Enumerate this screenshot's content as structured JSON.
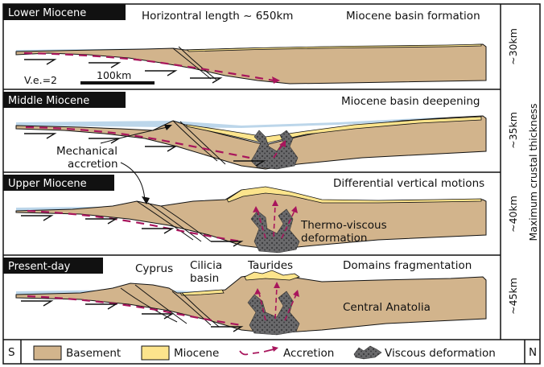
{
  "panels": [
    {
      "stage": "Lower Miocene",
      "title": "Miocene basin formation",
      "note": "Horizontral length ~ 650km",
      "thickness": "~30km",
      "ve": "V.e.=2",
      "scale": "100km"
    },
    {
      "stage": "Middle Miocene",
      "title": "Miocene basin deepening",
      "thickness": "~35km",
      "annotation_line1": "Mechanical",
      "annotation_line2": "accretion"
    },
    {
      "stage": "Upper Miocene",
      "title": "Differential vertical motions",
      "thickness": "~40km",
      "annotation_line1": "Thermo-viscous",
      "annotation_line2": "deformation"
    },
    {
      "stage": "Present-day",
      "title": "Domains fragmentation",
      "thickness": "~45km",
      "label_cyprus": "Cyprus",
      "label_cilicia1": "Cilicia",
      "label_cilicia2": "basin",
      "label_taurides": "Taurides",
      "label_central": "Central Anatolia"
    }
  ],
  "side_label": "Maximum crustal thickness",
  "legend": {
    "south": "S",
    "north": "N",
    "basement": "Basement",
    "miocene": "Miocene",
    "accretion": "Accretion",
    "viscous": "Viscous deformation"
  },
  "colors": {
    "basement": "#d2b48c",
    "miocene": "#fce48c",
    "accretion": "#a8155c",
    "viscous": "#58585a",
    "sea": "#bcd6ea",
    "header": "#111111"
  }
}
